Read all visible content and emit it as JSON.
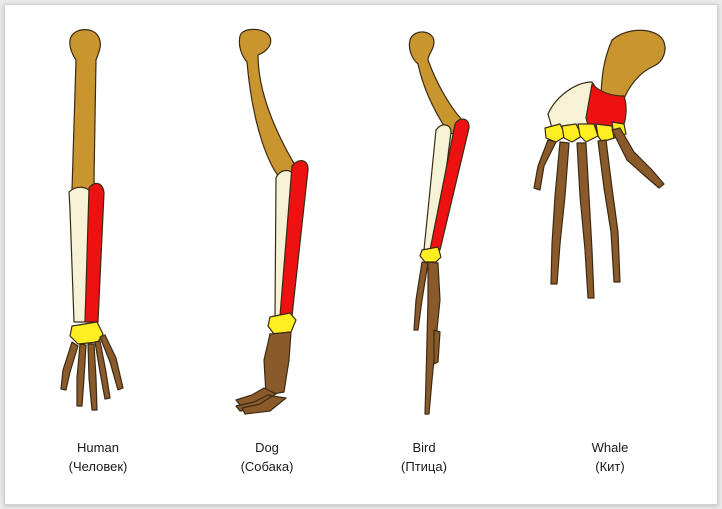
{
  "colors": {
    "humerus": "#c8952f",
    "ulna": "#f5f2d6",
    "radius": "#ee1111",
    "carpals": "#ffee22",
    "phalanges": "#8b5a2b",
    "outline": "#3a2a14",
    "border": "#d2d2d2"
  },
  "labels": [
    {
      "name": "Human",
      "native": "(Человек)"
    },
    {
      "name": "Dog",
      "native": "(Собака)"
    },
    {
      "name": "Bird",
      "native": "(Птица)"
    },
    {
      "name": "Whale",
      "native": "(Кит)"
    }
  ]
}
